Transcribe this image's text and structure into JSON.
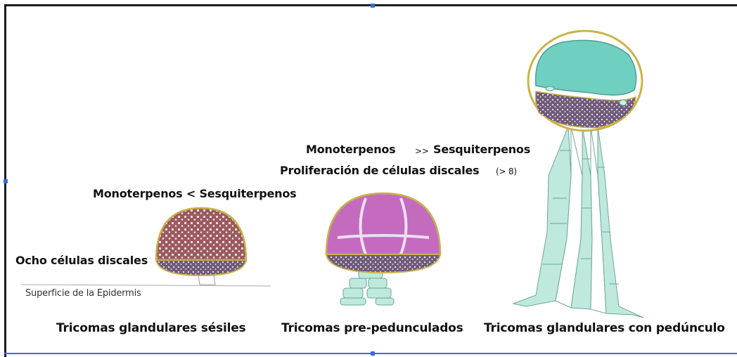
{
  "labels": {
    "sessile_terpenes": "Monoterpenos < Sesquiterpenos",
    "discal_cells": "Ocho células discales",
    "epidermis_surface": "Superficie de la Epidermis",
    "stalked_terpenes_left": "Monoterpenos",
    "stalked_terpenes_op": ">>",
    "stalked_terpenes_right": "Sesquiterpenos",
    "proliferation": "Proliferación de células discales",
    "proliferation_count": "(> 8)"
  },
  "captions": {
    "sessile": "Tricomas glandulares sésiles",
    "pre_stalked": "Tricomas pre-pedunculados",
    "stalked": "Tricomas glandulares con pedúnculo"
  },
  "colors": {
    "outline": "#c9b24a",
    "sessile_head": "#9b5a5e",
    "pre_stalked_head": "#c46bc0",
    "stalked_head": "#6fcfc0",
    "discal_layer": "#6e5a78",
    "stalk": "#bfe9dc",
    "frame": "#1c1c1c",
    "selection": "#2f6fe0"
  }
}
